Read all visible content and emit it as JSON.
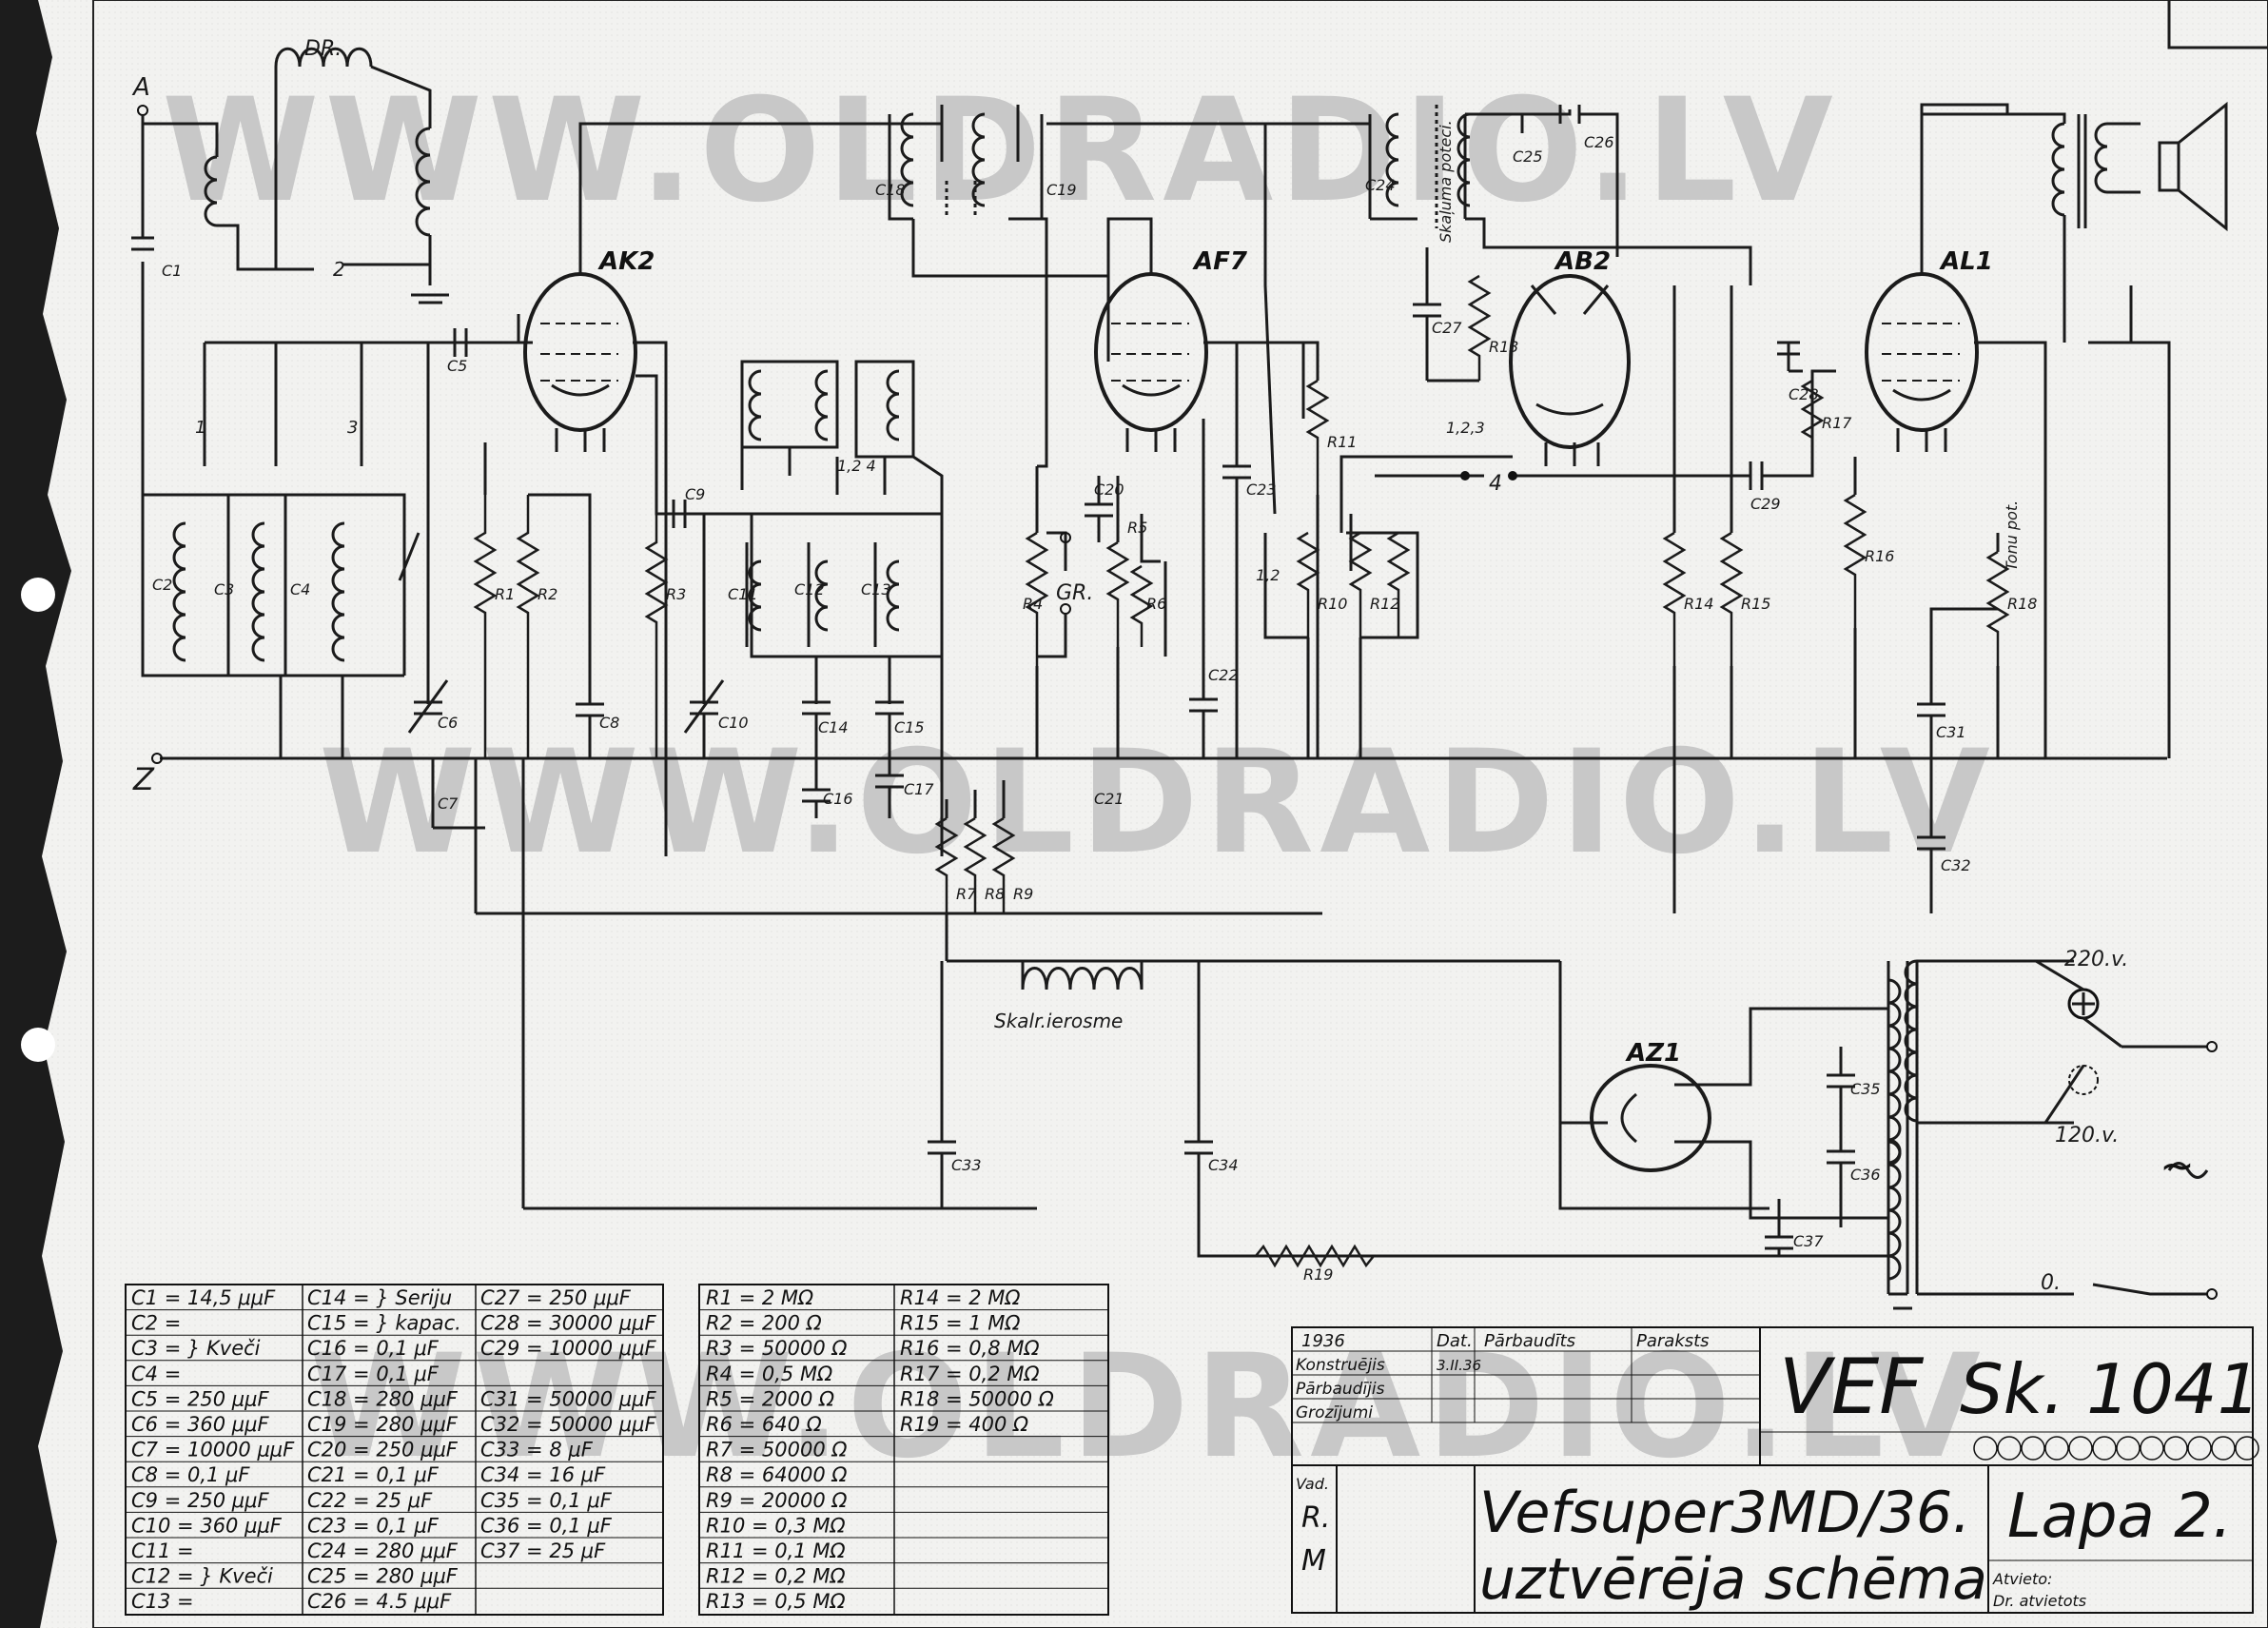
{
  "watermark": "WWW.OLDRADIO.LV",
  "terminals": {
    "antenna": "A",
    "ground": "Z"
  },
  "tubes": [
    "AK2",
    "AF7",
    "AB2",
    "AL1",
    "AZ1"
  ],
  "labels": {
    "choke": "DR.",
    "gr": "GR.",
    "scale_light": "Skalr.ierosme",
    "volume_pot": "Skaļuma poteci.",
    "tone_pot": "Tonu pot.",
    "mains_220": "220.v.",
    "mains_120": "120.v.",
    "off": "0.",
    "ac": "~",
    "sw_2": "2",
    "sw_4": "4",
    "sw_1": "1",
    "sw_3": "3",
    "sw_123": "1,2,3",
    "sw_124": "1,2 4",
    "sw_12": "1,2"
  },
  "component_labels": {
    "C1": "C1",
    "C2": "C2",
    "C3": "C3",
    "C4": "C4",
    "C5": "C5",
    "C6": "C6",
    "C7": "C7",
    "C8": "C8",
    "C9": "C9",
    "C10": "C10",
    "C11": "C11",
    "C12": "C12",
    "C13": "C13",
    "C14": "C14",
    "C15": "C15",
    "C16": "C16",
    "C17": "C17",
    "C18": "C18",
    "C19": "C19",
    "C20": "C20",
    "C21": "C21",
    "C22": "C22",
    "C23": "C23",
    "C24": "C24",
    "C25": "C25",
    "C26": "C26",
    "C27": "C27",
    "C28": "C28",
    "C29": "C29",
    "C31": "C31",
    "C32": "C32",
    "C33": "C33",
    "C34": "C34",
    "C35": "C35",
    "C36": "C36",
    "C37": "C37",
    "R1": "R1",
    "R2": "R2",
    "R3": "R3",
    "R4": "R4",
    "R5": "R5",
    "R6": "R6",
    "R7": "R7",
    "R8": "R8",
    "R9": "R9",
    "R10": "R10",
    "R11": "R11",
    "R12": "R12",
    "R13": "R13",
    "R14": "R14",
    "R15": "R15",
    "R16": "R16",
    "R17": "R17",
    "R18": "R18",
    "R19": "R19"
  },
  "capacitor_table": {
    "col1": [
      "C1 = 14,5 μμF",
      "C2 =",
      "C3 = } Kveči",
      "C4 =",
      "C5 = 250 μμF",
      "C6 = 360 μμF",
      "C7 = 10000 μμF",
      "C8 = 0,1 μF",
      "C9 = 250 μμF",
      "C10 = 360 μμF",
      "C11 =",
      "C12 = } Kveči",
      "C13 ="
    ],
    "col2": [
      "C14 = } Seriju",
      "C15 = } kapac.",
      "C16 = 0,1 μF",
      "C17 = 0,1 μF",
      "C18 = 280 μμF",
      "C19 = 280 μμF",
      "C20 = 250 μμF",
      "C21 = 0,1 μF",
      "C22 = 25 μF",
      "C23 = 0,1 μF",
      "C24 = 280 μμF",
      "C25 = 280 μμF",
      "C26 = 4.5 μμF"
    ],
    "col3": [
      "C27 = 250 μμF",
      "C28 = 30000 μμF",
      "C29 = 10000 μμF",
      "",
      "C31 = 50000 μμF",
      "C32 = 50000 μμF",
      "C33 = 8 μF",
      "C34 = 16 μF",
      "C35 = 0,1 μF",
      "C36 = 0,1 μF",
      "C37 = 25 μF",
      "",
      ""
    ]
  },
  "resistor_table": {
    "col1": [
      "R1 = 2 MΩ",
      "R2 = 200 Ω",
      "R3 = 50000 Ω",
      "R4 = 0,5 MΩ",
      "R5 = 2000 Ω",
      "R6 = 640 Ω",
      "R7 = 50000 Ω",
      "R8 = 64000 Ω",
      "R9 = 20000 Ω",
      "R10 = 0,3 MΩ",
      "R11 = 0,1 MΩ",
      "R12 = 0,2 MΩ",
      "R13 = 0,5 MΩ"
    ],
    "col2": [
      "R14 = 2 MΩ",
      "R15 = 1 MΩ",
      "R16 = 0,8 MΩ",
      "R17 = 0,2 MΩ",
      "R18 = 50000 Ω",
      "R19 = 400 Ω",
      "",
      "",
      "",
      "",
      "",
      "",
      ""
    ]
  },
  "title_block": {
    "year": "1936",
    "dat_header": "Dat.",
    "checked_header": "Pārbaudīts",
    "sign_header": "Paraksts",
    "row_konstruejis": "Konstruējis",
    "row_parbaudijis": "Pārbaudījis",
    "row_grozijumi": "Grozījumi",
    "date_value": "3.II.36",
    "brand": "VEF",
    "sheet_number": "Sk. 1041",
    "model_line1": "Vefsuper3MD/36.",
    "model_line2": "uztvērēja schēma",
    "page": "Lapa 2.",
    "vad": "Vad.",
    "r_mark": "R.",
    "m_mark": "M",
    "approver": "Atvieto:",
    "approver2": "Dr. atvietots"
  }
}
